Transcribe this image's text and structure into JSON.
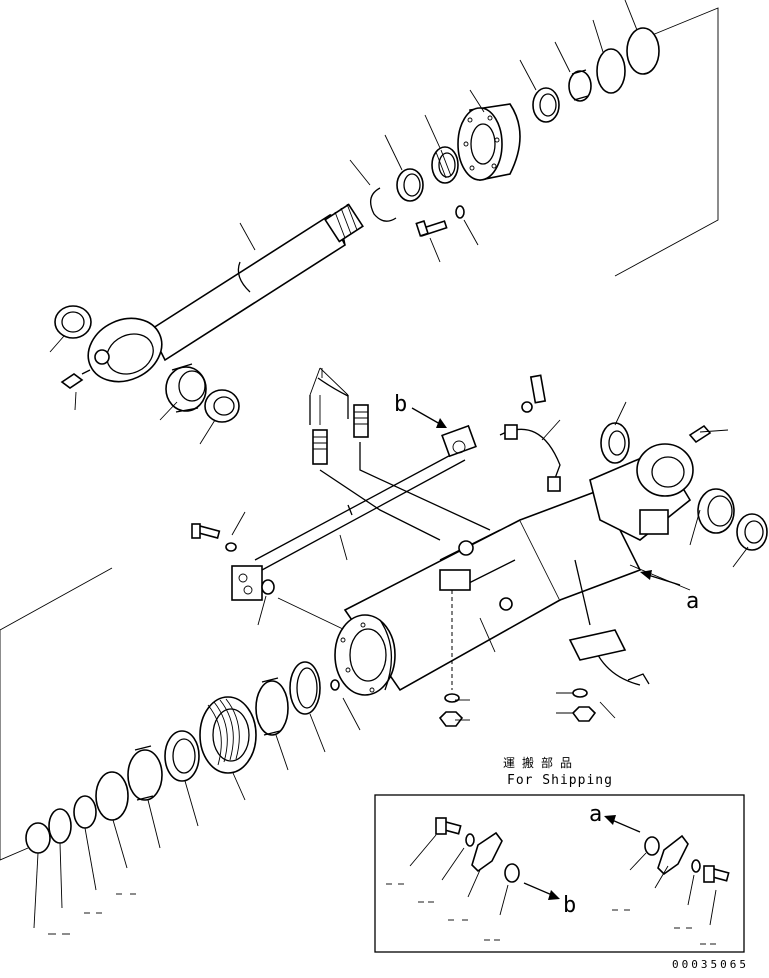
{
  "drawing": {
    "shipping_label_jp": "運搬部品",
    "shipping_label_en": "For Shipping",
    "reference_a": "a",
    "reference_b": "b",
    "drawing_number": "00035065"
  },
  "colors": {
    "line": "#000000",
    "background": "#ffffff"
  },
  "icons": [
    "bolt-icon",
    "washer-icon",
    "nut-icon",
    "grease-fitting-icon",
    "o-ring-icon",
    "bushing-icon",
    "arrow-icon"
  ]
}
